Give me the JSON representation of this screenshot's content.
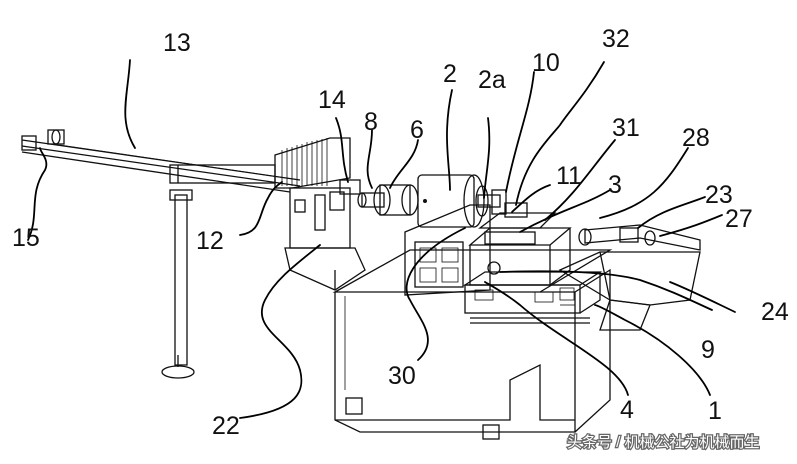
{
  "figure": {
    "labels": {
      "l1": "1",
      "l2": "2",
      "l2a": "2a",
      "l3": "3",
      "l4": "4",
      "l6": "6",
      "l8": "8",
      "l9": "9",
      "l10": "10",
      "l11": "11",
      "l12": "12",
      "l13": "13",
      "l14": "14",
      "l15": "15",
      "l22": "22",
      "l23": "23",
      "l24": "24",
      "l27": "27",
      "l28": "28",
      "l30": "30",
      "l31": "31",
      "l32": "32"
    }
  },
  "watermark": {
    "text": "头条号 / 机械公社为机械而生"
  }
}
